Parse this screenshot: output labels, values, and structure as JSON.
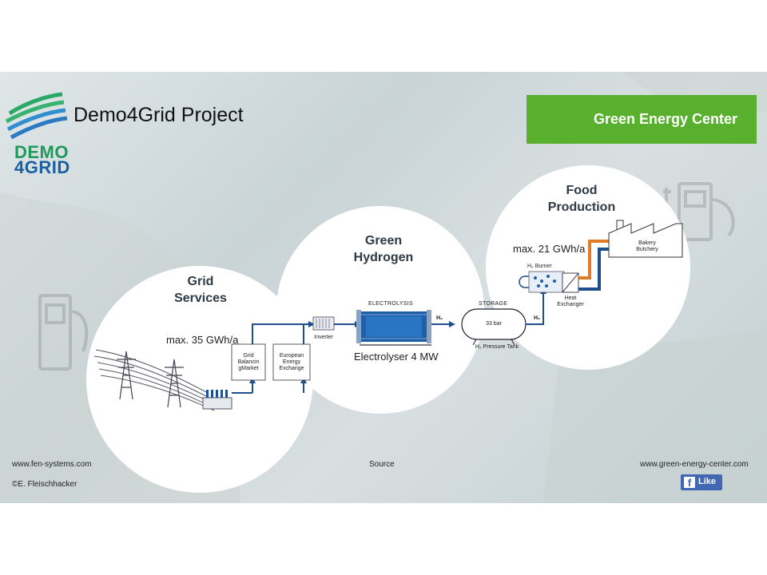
{
  "header": {
    "title": "Demo4Grid Project",
    "logo_line1": "DEMO",
    "logo_line2": "4GRID",
    "partner_logo_text": "Green Energy Center"
  },
  "circles": {
    "grid": {
      "title_line1": "Grid",
      "title_line2": "Services",
      "capacity": "max. 35 GWh/a",
      "box1_lines": [
        "Grid",
        "Balancin",
        "gMarket"
      ],
      "box2_lines": [
        "European",
        "Energy",
        "Exchange"
      ]
    },
    "hydrogen": {
      "title_line1": "Green",
      "title_line2": "Hydrogen",
      "inverter_label": "Inverter",
      "electrolysis_label": "ELECTROLYSIS",
      "electrolyser_caption": "Electrolyser 4 MW",
      "h2_label_1": "H₂",
      "storage_label": "STORAGE",
      "tank_pressure": "33 bar",
      "tank_label": "H₂ Pressure Tank"
    },
    "food": {
      "title_line1": "Food",
      "title_line2": "Production",
      "capacity": "max. 21 GWh/a",
      "burner_label": "H₂ Burner",
      "heat_exchanger_line1": "Heat",
      "heat_exchanger_line2": "Exchanger",
      "h2_label_2": "H₂",
      "factory_line1": "Bakery",
      "factory_line2": "Butchery"
    }
  },
  "footer": {
    "left_url": "www.fen-systems.com",
    "center": "Source",
    "right_url": "www.green-energy-center.com",
    "credit": "©E. Fleischhacker",
    "like_f": "f",
    "like_label": "Like"
  },
  "colors": {
    "logo_green": "#1f9a5a",
    "logo_blue": "#1b5fa3",
    "partner_green": "#59b02f",
    "pipe_blue": "#1f4e8c",
    "hot_orange": "#e07b2a"
  }
}
